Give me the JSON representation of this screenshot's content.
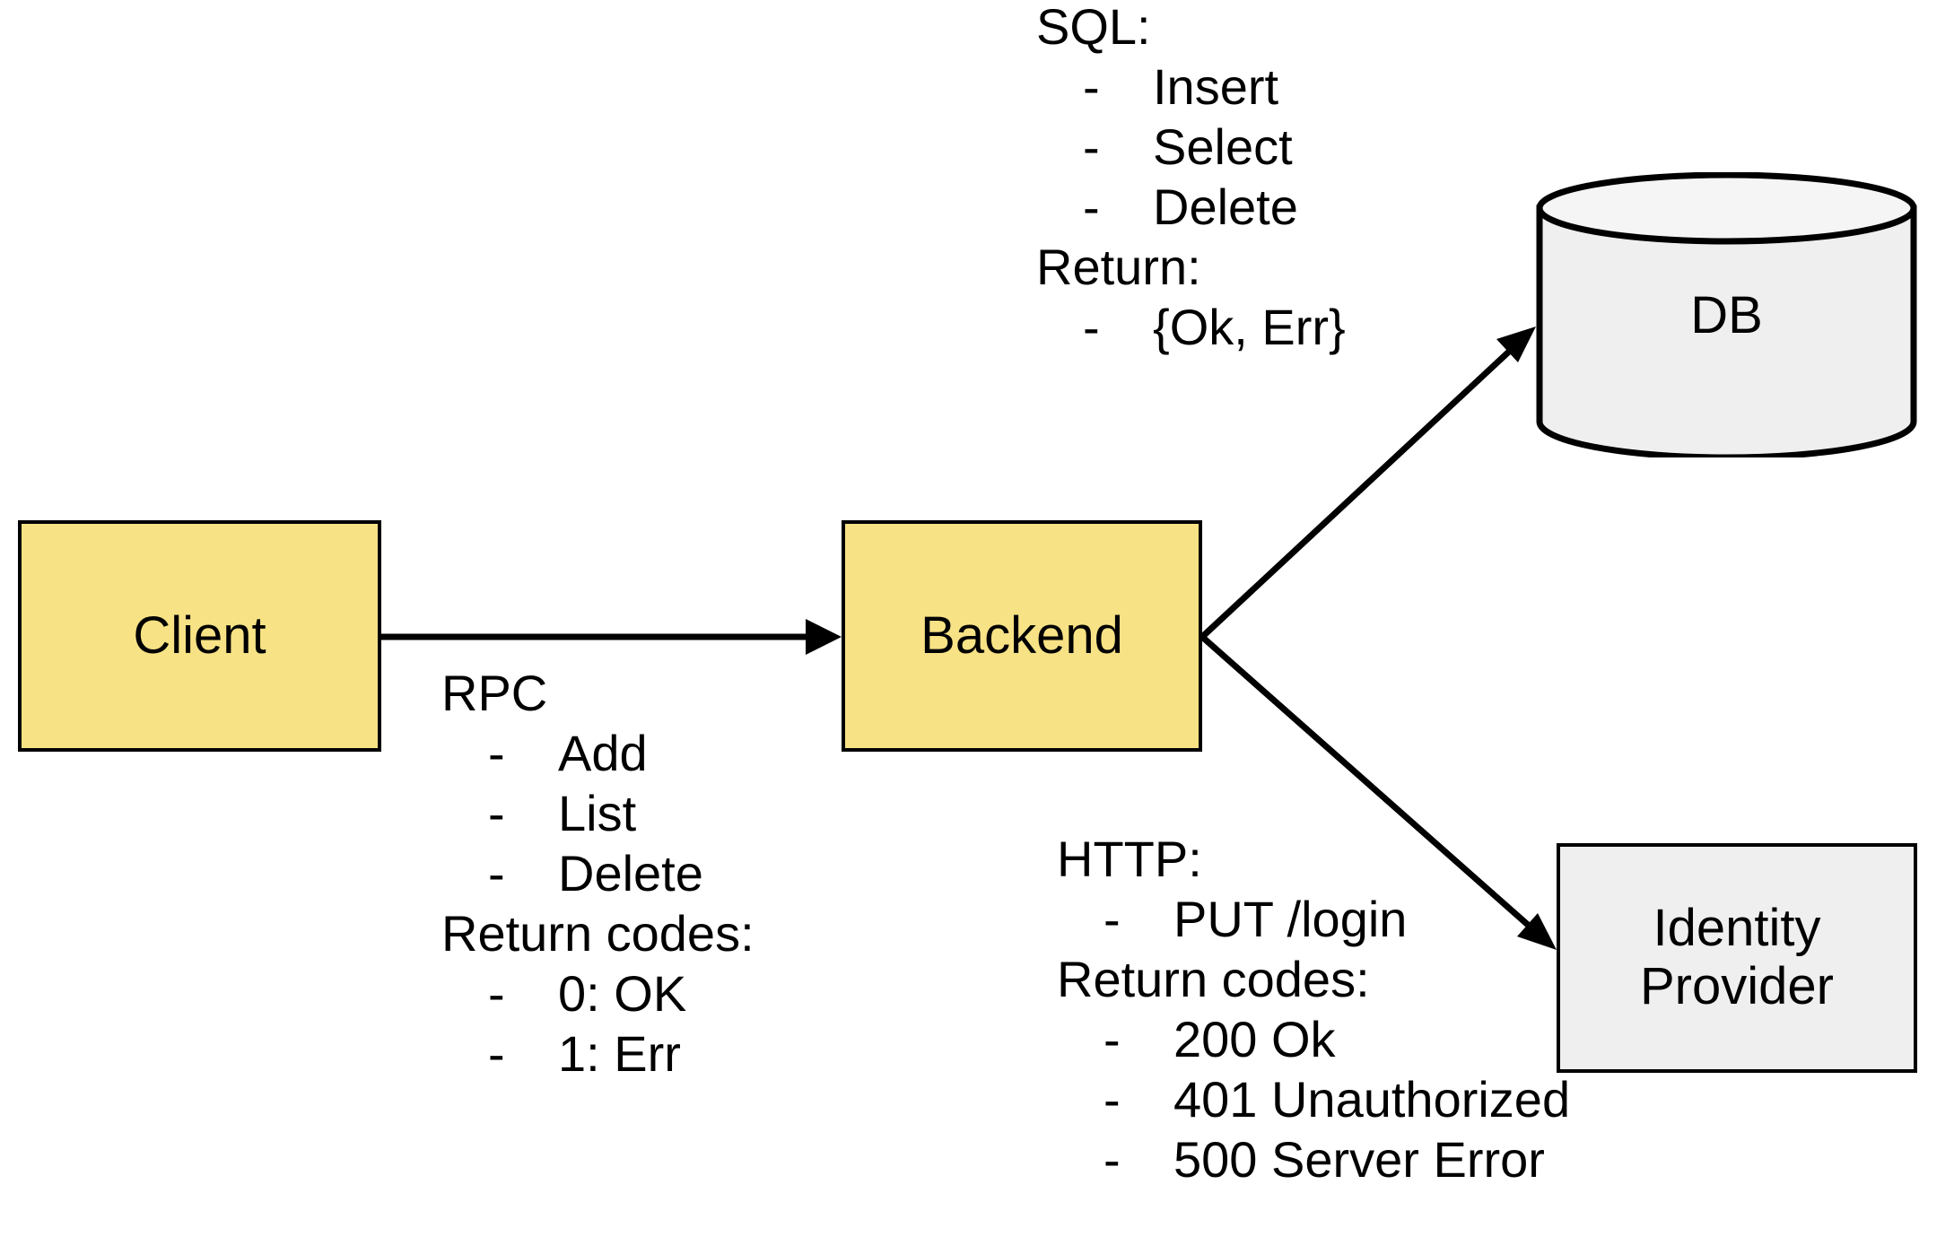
{
  "nodes": {
    "client": {
      "label": "Client",
      "fill": "#f7e285"
    },
    "backend": {
      "label": "Backend",
      "fill": "#f7e285"
    },
    "db": {
      "label": "DB",
      "fill": "#efefef"
    },
    "identity_provider": {
      "label": "Identity\nProvider",
      "fill": "#efefef"
    }
  },
  "annotations": {
    "rpc": {
      "heading": "RPC",
      "items": [
        "Add",
        "List",
        "Delete"
      ],
      "returns_heading": "Return codes:",
      "returns": [
        "0: OK",
        "1: Err"
      ],
      "dash": "-"
    },
    "sql": {
      "heading": "SQL:",
      "items": [
        "Insert",
        "Select",
        "Delete"
      ],
      "returns_heading": "Return:",
      "returns": [
        "{Ok, Err}"
      ],
      "dash": "-"
    },
    "http": {
      "heading": "HTTP:",
      "items": [
        "PUT /login"
      ],
      "returns_heading": "Return codes:",
      "returns": [
        "200 Ok",
        "401 Unauthorized",
        "500 Server Error"
      ],
      "dash": "-"
    }
  },
  "edges": [
    {
      "name": "client-to-backend",
      "from": "client",
      "to": "backend",
      "label": "RPC"
    },
    {
      "name": "backend-to-db",
      "from": "backend",
      "to": "db",
      "label": "SQL"
    },
    {
      "name": "backend-to-identity-provider",
      "from": "backend",
      "to": "identity_provider",
      "label": "HTTP"
    }
  ],
  "colors": {
    "node_yellow": "#f7e285",
    "node_gray": "#efefef",
    "stroke": "#000000",
    "background": "#ffffff"
  }
}
